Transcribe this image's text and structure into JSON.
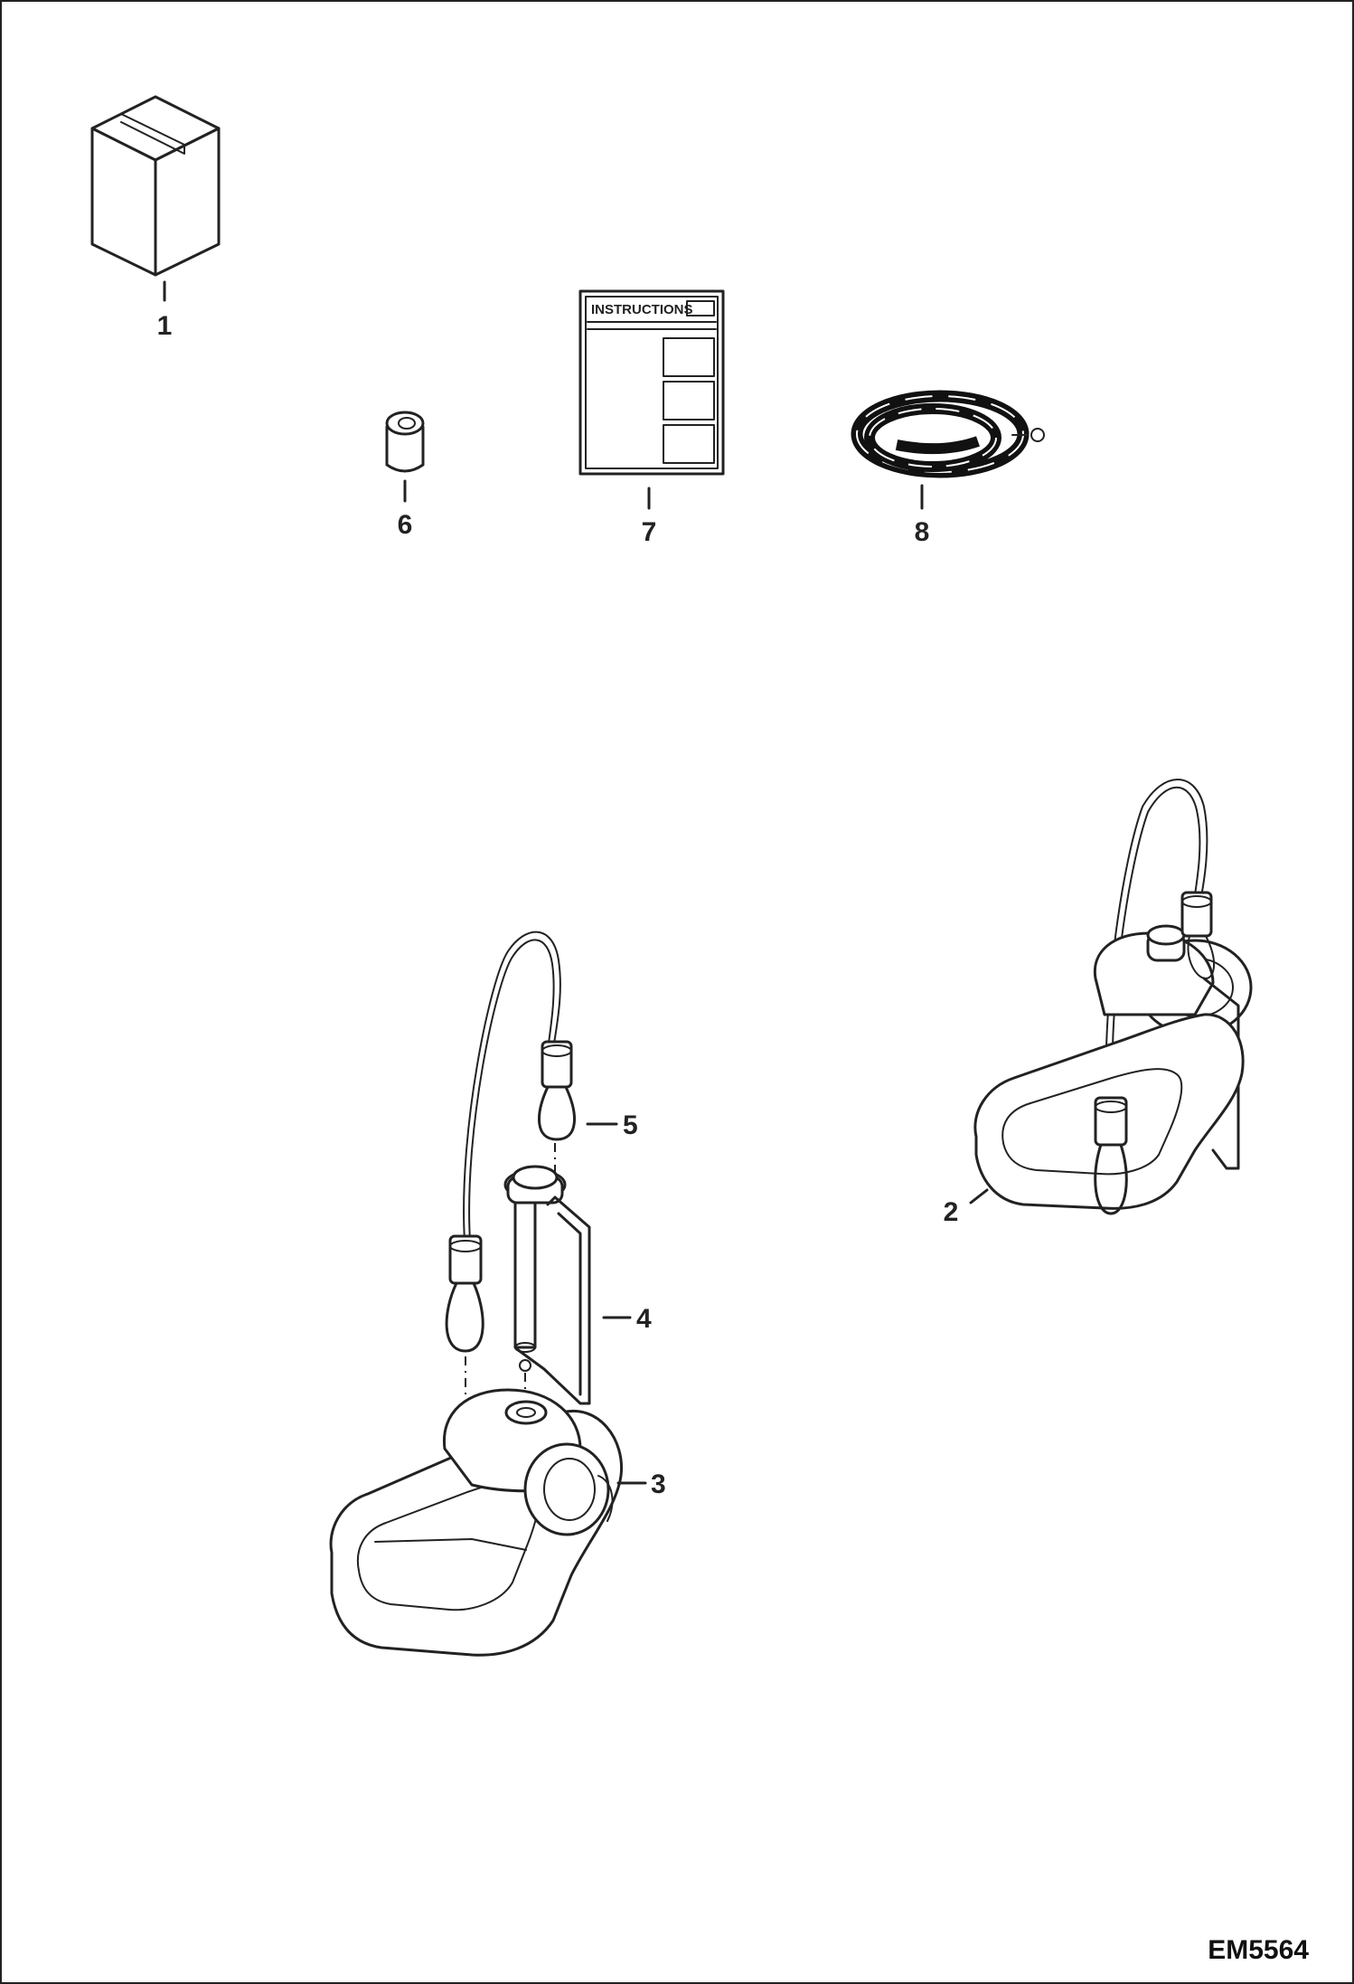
{
  "diagram": {
    "document_id": "EM5564",
    "instructions_label": "INSTRUCTIONS",
    "callouts": [
      "1",
      "2",
      "3",
      "4",
      "5",
      "6",
      "7",
      "8"
    ]
  }
}
